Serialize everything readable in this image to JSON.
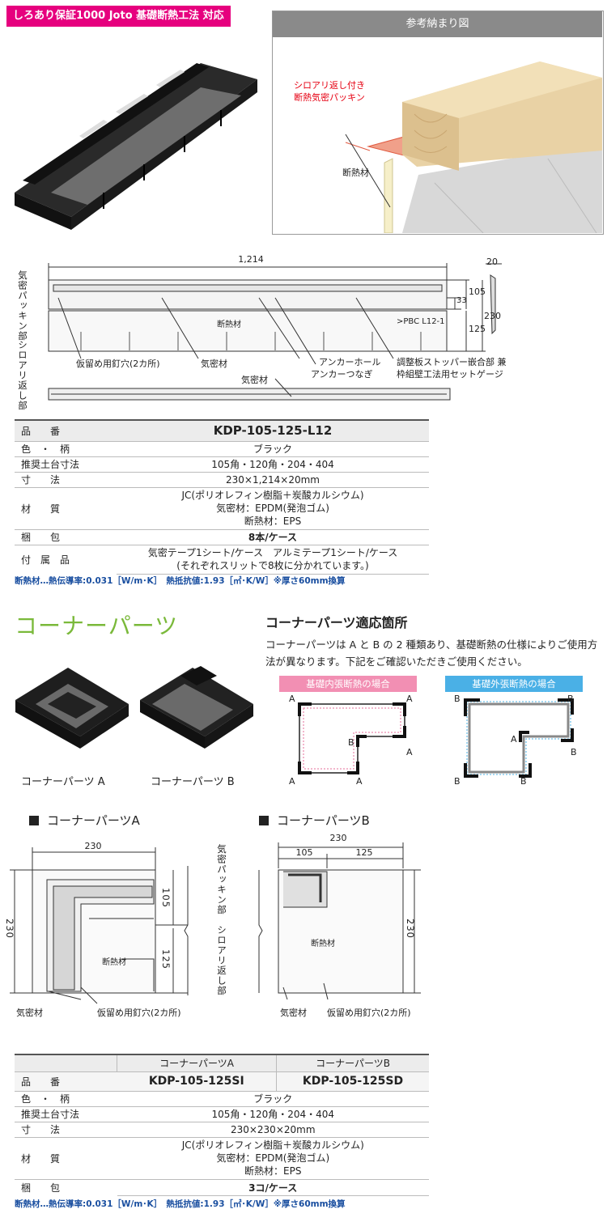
{
  "top": {
    "badge": "しろあり保証1000 Joto 基礎断熱工法 対応",
    "ref_title": "参考納まり図",
    "ref_label_packing": "シロアリ返し付き\n断熱気密パッキン",
    "ref_label_insulation": "断熱材"
  },
  "drawing1": {
    "dim_length": "1,214",
    "dim_width": "20",
    "dim_33": "33",
    "dim_105": "105",
    "dim_230": "230",
    "dim_125": "125",
    "side_top": "気密パッキン部",
    "side_bottom": "シロアリ返し部",
    "label_nail": "仮留め用釘穴(2カ所)",
    "label_seal": "気密材",
    "label_anchor_hole": "アンカーホール",
    "label_anchor_joint": "アンカーつなぎ",
    "label_stopper": "調整板ストッパー嵌合部 兼",
    "label_stopper2": "枠組壁工法用セットゲージ",
    "label_seal2": "気密材",
    "stamp1": "断熱材",
    "stamp2": ">PBC L12-1"
  },
  "spec1": {
    "rows": [
      {
        "label": "品　　番",
        "value": "KDP-105-125-L12"
      },
      {
        "label": "色　・　柄",
        "value": "ブラック"
      },
      {
        "label": "推奨土台寸法",
        "value": "105角・120角・204・404"
      },
      {
        "label": "寸　　法",
        "value": "230×1,214×20mm"
      },
      {
        "label": "材　　質",
        "value": "JC(ポリオレフィン樹脂＋炭酸カルシウム)\n気密材：EPDM(発泡ゴム)\n断熱材：EPS"
      },
      {
        "label": "梱　　包",
        "value": "8本/ケース"
      },
      {
        "label": "付　属　品",
        "value": "気密テープ1シート/ケース　アルミテープ1シート/ケース\n(それぞれスリットで8枚に分かれています。)"
      }
    ],
    "note": "断熱材…熱伝導率:0.031［W/m･K］　熱抵抗値:1.93［㎡･K/W］※厚さ60mm換算"
  },
  "corner": {
    "title": "コーナーパーツ",
    "caption_a": "コーナーパーツ A",
    "caption_b": "コーナーパーツ B",
    "apply_title": "コーナーパーツ適応箇所",
    "apply_text": "コーナーパーツは A と B の 2 種類あり、基礎断熱の仕様によりご使用方法が異なります。下記をご確認いただきご使用ください。",
    "inner_label": "基礎内張断熱の場合",
    "outer_label": "基礎外張断熱の場合",
    "letter_a": "A",
    "letter_b": "B"
  },
  "drawing2": {
    "title_a": "コーナーパーツA",
    "title_b": "コーナーパーツB",
    "a_230_top": "230",
    "a_230_side": "230",
    "a_105": "105",
    "a_125": "125",
    "b_230_top": "230",
    "b_105": "105",
    "b_125": "125",
    "b_230_side": "230",
    "side_top": "気密パッキン部",
    "side_bottom": "シロアリ返し部",
    "label_seal": "気密材",
    "label_nail": "仮留め用釘穴(2カ所)",
    "label_seal_b": "気密材",
    "label_nail_b": "仮留め用釘穴(2カ所)",
    "stamp_a": "断熱材",
    "stamp_b": "断熱材"
  },
  "spec2": {
    "col_a": "コーナーパーツA",
    "col_b": "コーナーパーツB",
    "rows": [
      {
        "label": "品　　番",
        "a": "KDP-105-125SI",
        "b": "KDP-105-125SD"
      },
      {
        "label": "色　・　柄",
        "value": "ブラック"
      },
      {
        "label": "推奨土台寸法",
        "value": "105角・120角・204・404"
      },
      {
        "label": "寸　　法",
        "value": "230×230×20mm"
      },
      {
        "label": "材　　質",
        "value": "JC(ポリオレフィン樹脂＋炭酸カルシウム)\n気密材：EPDM(発泡ゴム)\n断熱材：EPS"
      },
      {
        "label": "梱　　包",
        "value": "3コ/ケース"
      }
    ],
    "note": "断熱材…熱伝導率:0.031［W/m･K］　熱抵抗値:1.93［㎡･K/W］※厚さ60mm換算"
  },
  "colors": {
    "pink": "#e6007e",
    "green": "#7ab93a",
    "blue": "#4ab0e6",
    "inner_pink": "#f28fb3"
  }
}
